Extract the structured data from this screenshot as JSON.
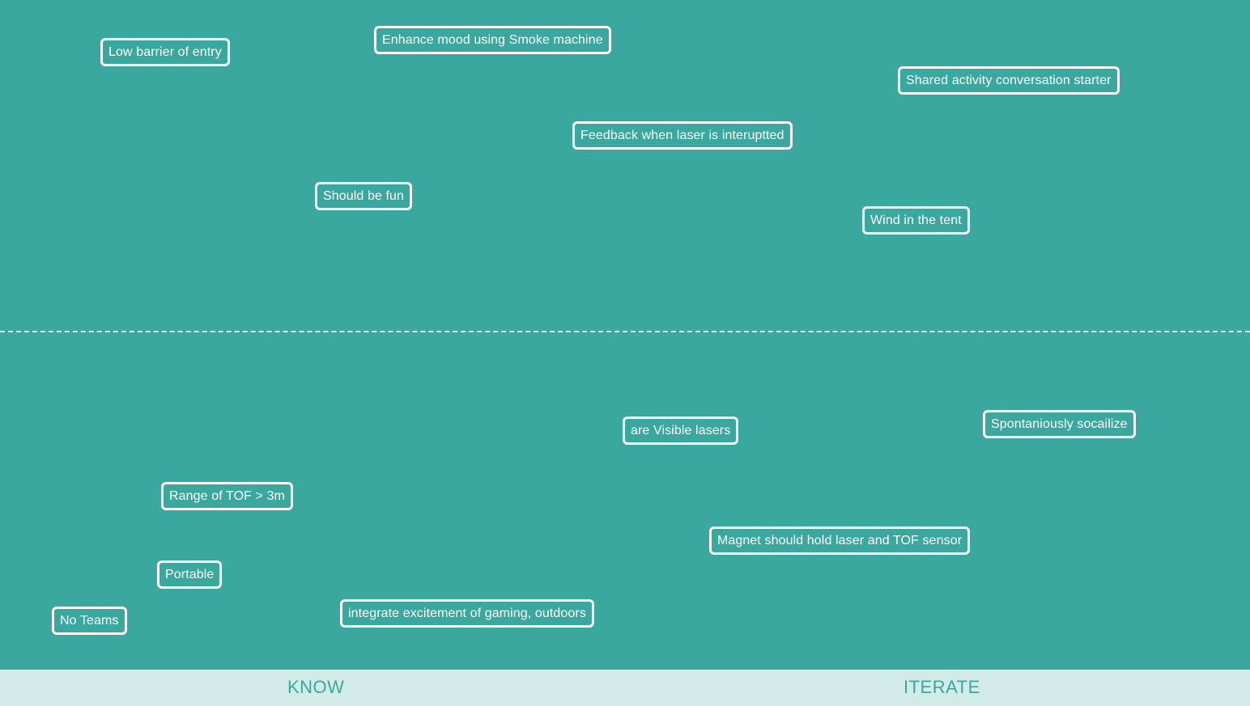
{
  "board": {
    "notes_top": [
      {
        "id": "low-barrier",
        "text": "Low barrier of entry"
      },
      {
        "id": "enhance-mood",
        "text": "Enhance mood using Smoke machine"
      },
      {
        "id": "shared-activity",
        "text": "Shared activity conversation starter"
      },
      {
        "id": "feedback-laser",
        "text": "Feedback when laser is interuptted"
      },
      {
        "id": "should-be-fun",
        "text": "Should be fun"
      },
      {
        "id": "wind-tent",
        "text": "Wind in the tent"
      }
    ],
    "notes_bottom": [
      {
        "id": "visible-lasers",
        "text": "are Visible lasers"
      },
      {
        "id": "spontaneously-socialize",
        "text": "Spontaniously socailize"
      },
      {
        "id": "range-tof",
        "text": "Range of TOF > 3m"
      },
      {
        "id": "magnet-hold",
        "text": "Magnet should hold laser and TOF sensor"
      },
      {
        "id": "portable",
        "text": "Portable"
      },
      {
        "id": "no-teams",
        "text": "No Teams"
      },
      {
        "id": "integrate-excitement",
        "text": "integrate excitement of gaming, outdoors"
      }
    ]
  },
  "footer": {
    "left_label": "KNOW",
    "right_label": "ITERATE"
  },
  "colors": {
    "board_background": "#3aa89e",
    "note_border": "#ffffff",
    "footer_background": "#d2eae8",
    "footer_text": "#3aa89e"
  }
}
